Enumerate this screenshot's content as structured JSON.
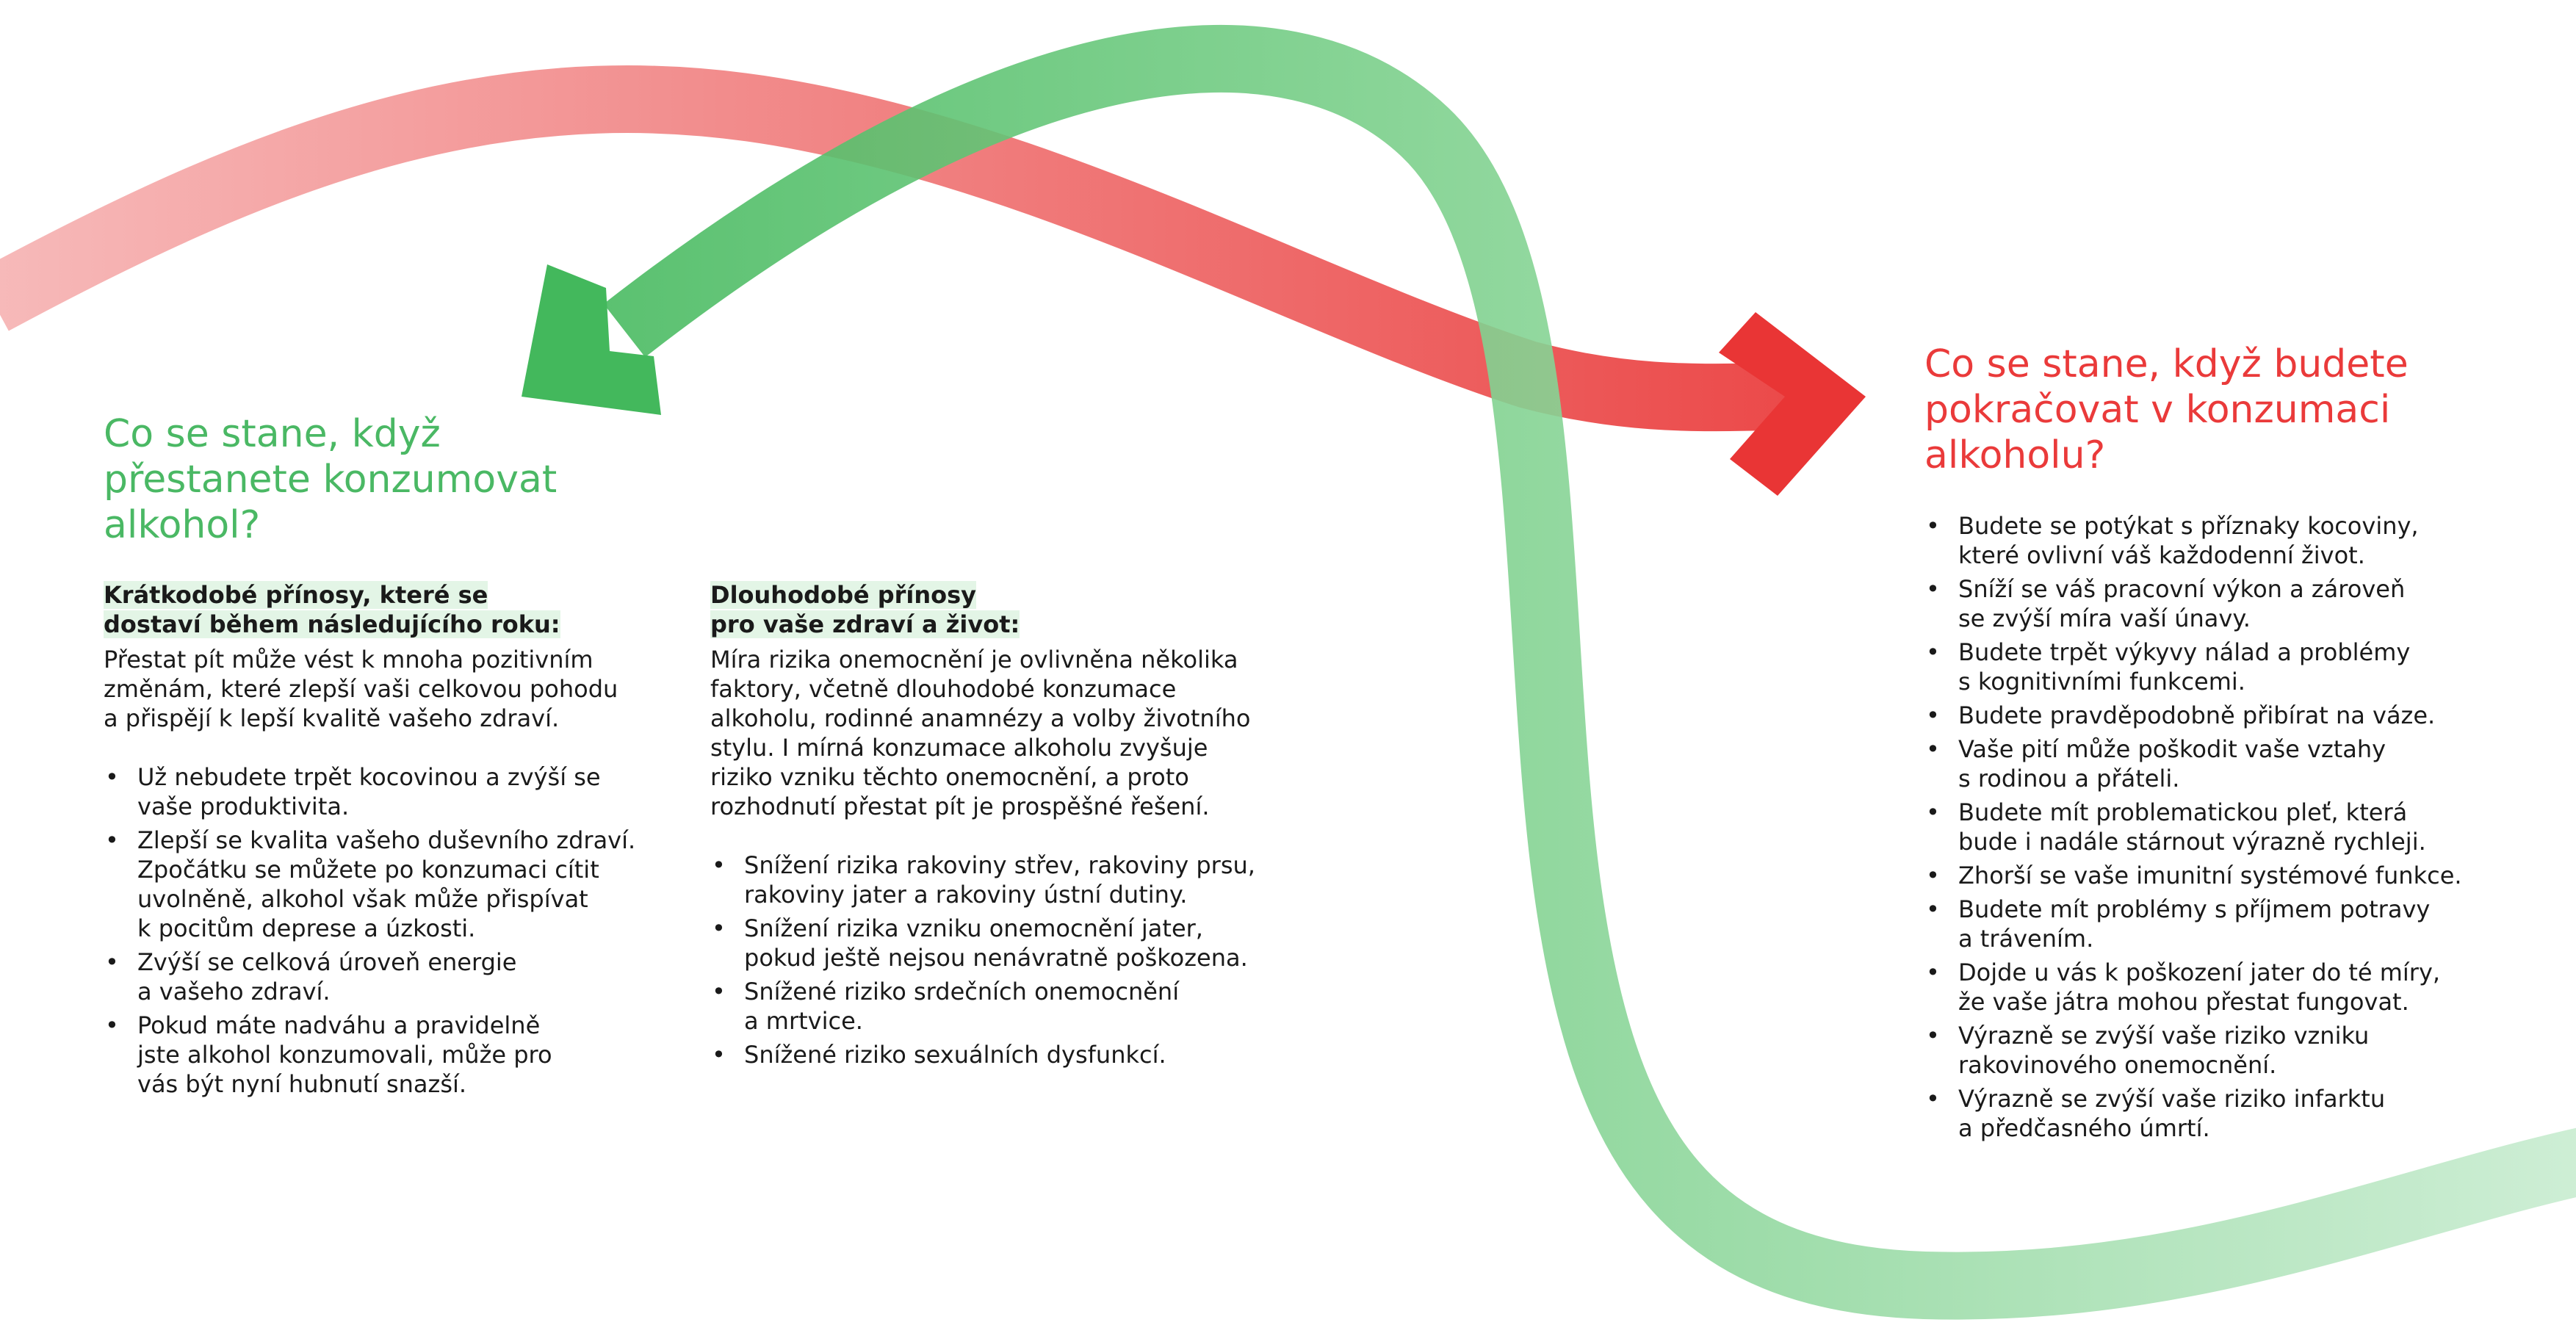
{
  "colors": {
    "green": "#4ab864",
    "red": "#ea3a3a",
    "highlight": "#e3f5e6"
  },
  "left": {
    "heading": "Co se stane, když\npřestanete konzumovat\nalkohol?",
    "short_term": {
      "subhead_line1": "Krátkodobé přínosy, které se",
      "subhead_line2": "dostaví během následujícího roku:",
      "intro": "Přestat pít může vést k mnoha pozitivním\nzměnám, které zlepší vaši celkovou pohodu\na přispějí k lepší kvalitě vašeho zdraví.",
      "items": [
        "Už nebudete trpět kocovinou a zvýší se\nvaše produktivita.",
        "Zlepší se kvalita vašeho duševního zdraví.\nZpočátku se můžete po konzumaci cítit\nuvolněně, alkohol však může přispívat\nk pocitům deprese a úzkosti.",
        "Zvýší se celková úroveň energie\na vašeho zdraví.",
        "Pokud máte nadváhu a pravidelně\njste alkohol konzumovali, může pro\nvás být nyní hubnutí snazší."
      ]
    },
    "long_term": {
      "subhead_line1": "Dlouhodobé přínosy",
      "subhead_line2": "pro vaše zdraví a život:",
      "intro": "Míra rizika onemocnění je ovlivněna několika\nfaktory, včetně dlouhodobé konzumace\nalkoholu, rodinné anamnézy a volby životního\nstylu. I mírná konzumace alkoholu zvyšuje\nriziko vzniku těchto onemocnění, a proto\nrozhodnutí přestat pít je prospěšné řešení.",
      "items": [
        "Snížení rizika rakoviny střev, rakoviny prsu,\nrakoviny jater a rakoviny ústní dutiny.",
        "Snížení rizika vzniku onemocnění jater,\npokud ještě nejsou nenávratně poškozena.",
        "Snížené riziko srdečních onemocnění\na mrtvice.",
        "Snížené riziko sexuálních dysfunkcí."
      ]
    }
  },
  "right": {
    "heading": "Co se stane, když budete\npokračovat v konzumaci\nalkoholu?",
    "items": [
      "Budete se potýkat s příznaky kocoviny,\nkteré ovlivní váš každodenní život.",
      "Sníží se váš pracovní výkon a zároveň\nse zvýší míra vaší únavy.",
      "Budete trpět výkyvy nálad a problémy\ns kognitivními funkcemi.",
      "Budete pravděpodobně přibírat na váze.",
      "Vaše pití může poškodit vaše vztahy\ns rodinou a přáteli.",
      "Budete mít problematickou pleť, která\nbude i nadále stárnout výrazně rychleji.",
      "Zhorší se vaše imunitní systémové funkce.",
      "Budete mít problémy s příjmem potravy\na trávením.",
      "Dojde u vás k poškození jater do té míry,\nže vaše játra mohou přestat fungovat.",
      "Výrazně se zvýší vaše riziko vzniku\nrakovinového onemocnění.",
      "Výrazně se zvýší vaše riziko infarktu\na předčasného úmrtí."
    ]
  }
}
